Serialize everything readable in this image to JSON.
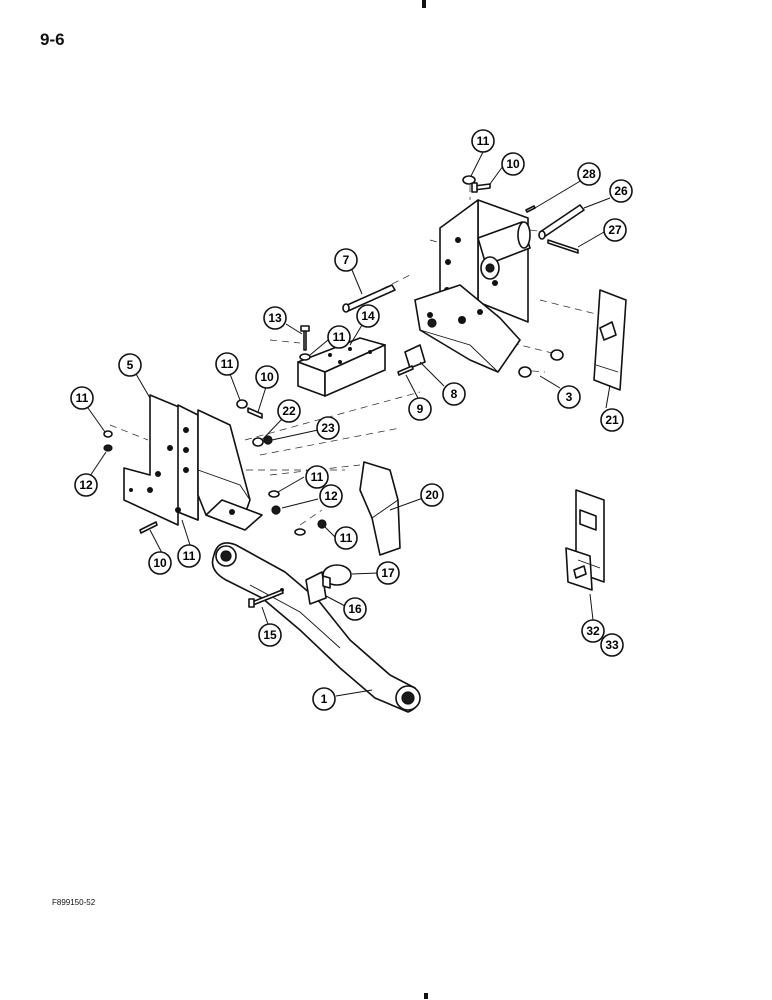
{
  "page": {
    "number": "9-6",
    "figure_code": "F899150-52"
  },
  "callouts": [
    {
      "id": "c11a",
      "label": "11"
    },
    {
      "id": "c10a",
      "label": "10"
    },
    {
      "id": "c28",
      "label": "28"
    },
    {
      "id": "c26",
      "label": "26"
    },
    {
      "id": "c27",
      "label": "27"
    },
    {
      "id": "c7",
      "label": "7"
    },
    {
      "id": "c13",
      "label": "13"
    },
    {
      "id": "c11b",
      "label": "11"
    },
    {
      "id": "c14",
      "label": "14"
    },
    {
      "id": "c5",
      "label": "5"
    },
    {
      "id": "c11c",
      "label": "11"
    },
    {
      "id": "c10b",
      "label": "10"
    },
    {
      "id": "c11d",
      "label": "11"
    },
    {
      "id": "c22",
      "label": "22"
    },
    {
      "id": "c23",
      "label": "23"
    },
    {
      "id": "c12a",
      "label": "12"
    },
    {
      "id": "c9",
      "label": "9"
    },
    {
      "id": "c8",
      "label": "8"
    },
    {
      "id": "c3",
      "label": "3"
    },
    {
      "id": "c21",
      "label": "21"
    },
    {
      "id": "c11e",
      "label": "11"
    },
    {
      "id": "c20",
      "label": "20"
    },
    {
      "id": "c12b",
      "label": "12"
    },
    {
      "id": "c11f",
      "label": "11"
    },
    {
      "id": "c10c",
      "label": "10"
    },
    {
      "id": "c11g",
      "label": "11"
    },
    {
      "id": "c17",
      "label": "17"
    },
    {
      "id": "c16",
      "label": "16"
    },
    {
      "id": "c15",
      "label": "15"
    },
    {
      "id": "c1",
      "label": "1"
    },
    {
      "id": "c32",
      "label": "32"
    },
    {
      "id": "c33",
      "label": "33"
    }
  ]
}
